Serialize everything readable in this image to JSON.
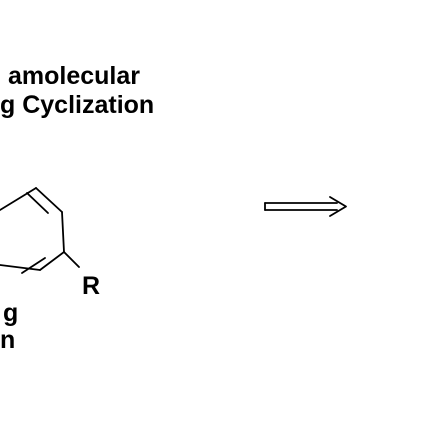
{
  "title": {
    "line1": "amolecular",
    "line2": "g Cyclization"
  },
  "structure": {
    "substituent_label": "R"
  },
  "side_text": {
    "line1": "g",
    "line2": "n"
  },
  "colors": {
    "ink": "#000000",
    "background": "#ffffff"
  }
}
